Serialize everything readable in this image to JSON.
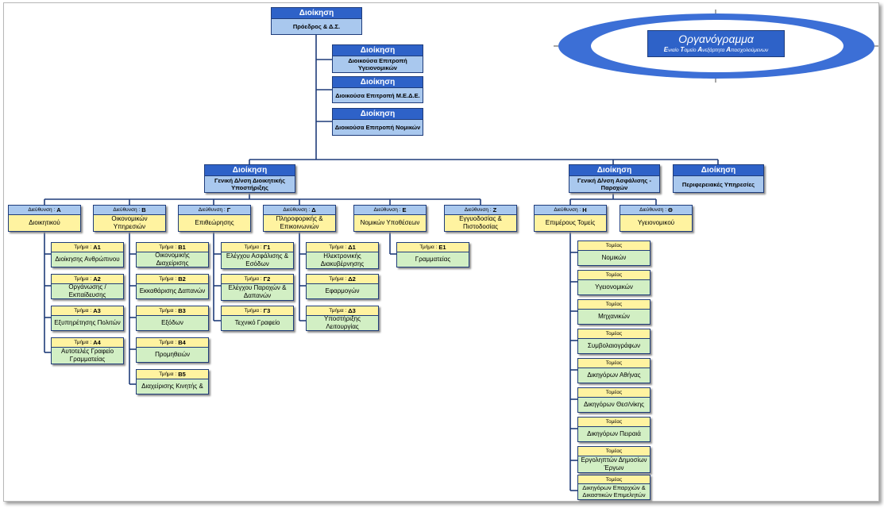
{
  "title": {
    "main": "Οργανόγραμμα",
    "subtitle_words": [
      {
        "initial": "Ε",
        "rest": "νιαίο "
      },
      {
        "initial": "Τ",
        "rest": "αμείο "
      },
      {
        "initial": "Α",
        "rest": "νεξάρτητα "
      },
      {
        "initial": "Α",
        "rest": "πασχολούμενων"
      }
    ]
  },
  "colors": {
    "header_blue": "#2e62c8",
    "body_light_blue": "#a9c8ee",
    "direction_yellow": "#fff3a0",
    "section_green": "#d2efc4",
    "line_navy": "#1f3c7a"
  },
  "top": {
    "head": "Διοίκηση",
    "body": "Πρόεδρος & Δ.Σ."
  },
  "committees": [
    {
      "head": "Διοίκηση",
      "body": "Διοικούσα Επιτροπή Υγειονομικών"
    },
    {
      "head": "Διοίκηση",
      "body": "Διοικούσα Επιτροπή Μ.Ε.Δ.Ε."
    },
    {
      "head": "Διοίκηση",
      "body": "Διοικούσα Επιτροπή Νομικών"
    }
  ],
  "gd": [
    {
      "head": "Διοίκηση",
      "body": "Γενική Δ/νση Διοικητικής Υποστήριξης"
    },
    {
      "head": "Διοίκηση",
      "body": "Γενική Δ/νση Ασφάλισης - Παροχών"
    },
    {
      "head": "Διοίκηση",
      "body": "Περιφερειακές Υπηρεσίες"
    }
  ],
  "direction_prefix": "Διεύθυνση :",
  "section_prefix": "Τμήμα :",
  "directions": [
    {
      "code": "Α",
      "name": "Διοικητικού"
    },
    {
      "code": "Β",
      "name": "Οικονομικών Υπηρεσιών"
    },
    {
      "code": "Γ",
      "name": "Επιθεώρησης"
    },
    {
      "code": "Δ",
      "name": "Πληροφορικής & Επικοινωνιών"
    },
    {
      "code": "Ε",
      "name": "Νομικών Υποθέσεων"
    },
    {
      "code": "Ζ",
      "name": "Εγγυοδοσίας & Πιστοδοσίας"
    },
    {
      "code": "Η",
      "name": "Επιμέρους Τομείς"
    },
    {
      "code": "Θ",
      "name": "Υγειονομικού"
    }
  ],
  "sections_A": [
    {
      "code": "Α1",
      "name": "Διοίκησης Ανθρώπινου"
    },
    {
      "code": "Α2",
      "name": "Οργάνωσης / Εκπαίδευσης"
    },
    {
      "code": "Α3",
      "name": "Εξυπηρέτησης Πολιτών"
    },
    {
      "code": "Α4",
      "name": "Αυτοτελές Γραφείο Γραμματείας"
    }
  ],
  "sections_B": [
    {
      "code": "Β1",
      "name": "Οικονομικής Διαχείρισης"
    },
    {
      "code": "Β2",
      "name": "Εκκαθάρισης Δαπανών"
    },
    {
      "code": "Β3",
      "name": "Εξόδων"
    },
    {
      "code": "Β4",
      "name": "Προμηθειών"
    },
    {
      "code": "Β5",
      "name": "Διαχείρισης Κινητής &"
    }
  ],
  "sections_G": [
    {
      "code": "Γ1",
      "name": "Ελέγχου Ασφάλισης & Εσόδων"
    },
    {
      "code": "Γ2",
      "name": "Ελέγχου Παροχών & Δαπανών"
    },
    {
      "code": "Γ3",
      "name": "Τεχνικό Γραφείο"
    }
  ],
  "sections_D": [
    {
      "code": "Δ1",
      "name": "Ηλεκτρονικής Διακυβέρνησης"
    },
    {
      "code": "Δ2",
      "name": "Εφαρμογών"
    },
    {
      "code": "Δ3",
      "name": "Υποστήριξης Λειτουργίας"
    }
  ],
  "sections_E": [
    {
      "code": "Ε1",
      "name": "Γραμματείας"
    }
  ],
  "sectors_head": "Τομέας",
  "sectors_H": [
    "Νομικών",
    "Υγειονομικών",
    "Μηχανικών",
    "Συμβολαιογράφων",
    "Δικηγόρων Αθήνας",
    "Δικηγόρων Θεσ/νίκης",
    "Δικηγόρων Πειραιά",
    "Εργοληπτών Δημοσίων Έργων",
    "Δικηγόρων Επαρχιών & Δικαστικών Επιμελητών"
  ]
}
